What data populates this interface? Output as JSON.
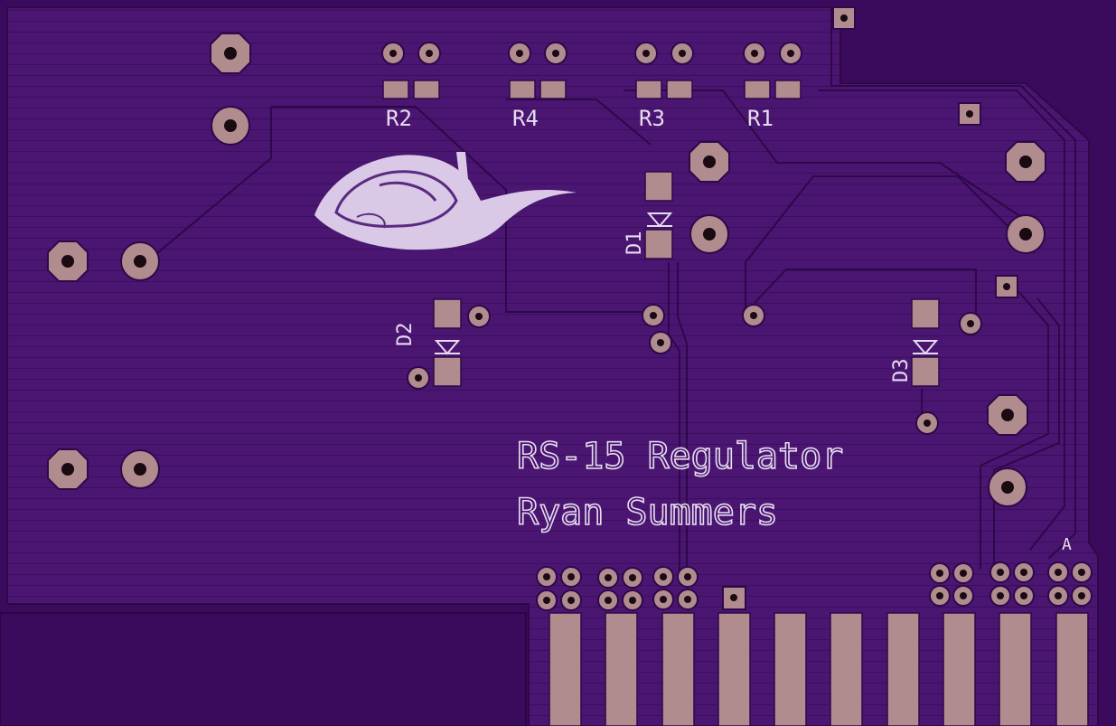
{
  "board": {
    "title": "RS-15 Regulator",
    "author": "Ryan Summers",
    "colors": {
      "substrate": "#3a0a5c",
      "copper_pour": "#4a1672",
      "copper_line": "#3f1364",
      "pad": "#b08c8f",
      "silk": "#e7dcef"
    }
  },
  "components": {
    "r2": "R2",
    "r4": "R4",
    "r3": "R3",
    "r1": "R1",
    "d1": "D1",
    "d2": "D2",
    "d3": "D3",
    "pin_a": "A"
  },
  "logo": {
    "icon": "snail-logo"
  }
}
